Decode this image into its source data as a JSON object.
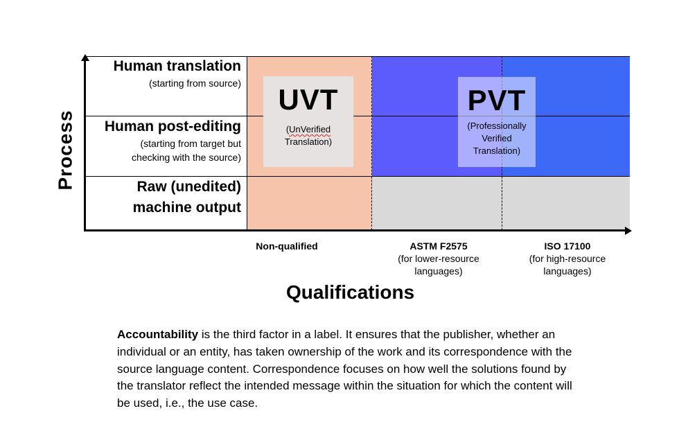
{
  "diagram": {
    "y_axis_label": "Process",
    "x_axis_label": "Qualifications",
    "rows": [
      {
        "title": "Human translation",
        "subtitle": "(starting from source)"
      },
      {
        "title": "Human post-editing",
        "subtitle_line1": "(starting from target but",
        "subtitle_line2": "checking with the source)"
      },
      {
        "title_line1": "Raw (unedited)",
        "title_line2": "machine output"
      }
    ],
    "columns": [
      {
        "title": "Non-qualified"
      },
      {
        "title": "ASTM F2575",
        "subtitle_line1": "(for lower-resource",
        "subtitle_line2": "languages)"
      },
      {
        "title": "ISO 17100",
        "subtitle_line1": "(for high-resource",
        "subtitle_line2": "languages)"
      }
    ],
    "badges": {
      "uvt": {
        "abbr": "UVT",
        "line1_open": "(",
        "line1_word": "UnVerified",
        "line2": "Translation)"
      },
      "pvt": {
        "abbr": "PVT",
        "line1": "(Professionally",
        "line2": "Verified",
        "line3": "Translation)"
      }
    },
    "colors": {
      "non_qualified": "#f6c4ab",
      "astm": "#5b5cfb",
      "iso": "#3d69f6",
      "machine_output": "#d9d9d9"
    }
  },
  "paragraph": {
    "bold_term": "Accountability",
    "text": " is the third factor in a label. It ensures that the publisher, whether an individual or an entity, has taken ownership of the work and its correspondence with the source language content. Correspondence focuses on how well the solutions found by the translator reflect the intended message within the situation for which the content will be used, i.e., the use case."
  }
}
